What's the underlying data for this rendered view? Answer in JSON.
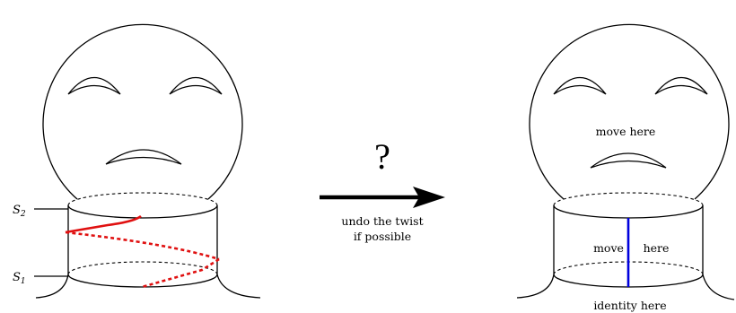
{
  "labels": {
    "s2_main": "S",
    "s2_sub": "2",
    "s1_main": "S",
    "s1_sub": "1",
    "question": "?",
    "arrow_caption_line1": "undo the twist",
    "arrow_caption_line2": "if possible",
    "right_head_text": "move here",
    "right_neck_left": "move",
    "right_neck_right": "here",
    "right_bottom": "identity here"
  },
  "colors": {
    "twist": "#e01010",
    "identity_line": "#0000dd",
    "ink": "#000000"
  }
}
